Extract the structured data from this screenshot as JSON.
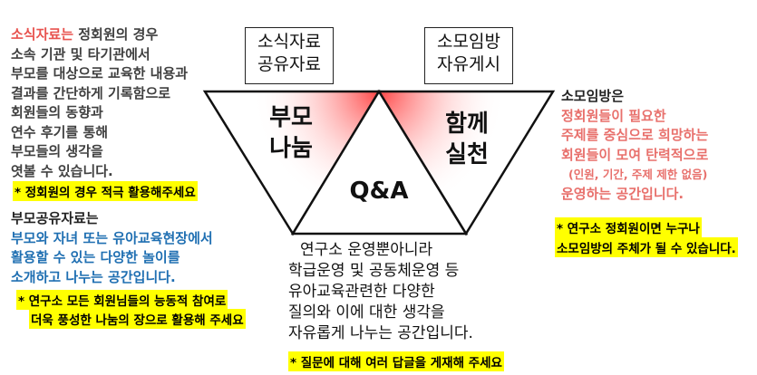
{
  "top_left": {
    "lines": [
      {
        "accent": "소식자료는",
        "rest": " 정회원의 경우"
      },
      {
        "accent": "",
        "rest": "소속 기관 및 타기관에서"
      },
      {
        "accent": "",
        "rest": "부모를 대상으로 교육한 내용과"
      },
      {
        "accent": "",
        "rest": "결과를 간단하게 기록함으로"
      },
      {
        "accent": "",
        "rest": "회원들의 동향과"
      },
      {
        "accent": "",
        "rest": "연수 후기를 통해"
      },
      {
        "accent": "",
        "rest": "부모들의 생각을"
      },
      {
        "accent": "",
        "rest": "엿볼 수 있습니다."
      }
    ],
    "note": "* 정회원의 경우 적극 활용해주세요"
  },
  "mid_left": {
    "title": "부모공유자료는",
    "lines": [
      "부모와 자녀 또는 유아교육현장에서",
      "활용할 수 있는 다양한 놀이를",
      "소개하고 나누는 공간입니다."
    ],
    "note_lines": [
      "* 연구소 모든 회원님들의 능동적 참여로",
      "더욱 풍성한 나눔의 장으로 활용해 주세요"
    ]
  },
  "box_left": {
    "lines": [
      "소식자료",
      "공유자료"
    ]
  },
  "box_right": {
    "lines": [
      "소모임방",
      "자유게시"
    ]
  },
  "triangle_left": {
    "lines": [
      "부모",
      "나눔"
    ]
  },
  "triangle_right": {
    "lines": [
      "함께",
      "실천"
    ]
  },
  "center": {
    "label": "Q&A"
  },
  "bottom_center": {
    "lines": [
      "연구소 운영뿐아니라",
      "학급운영 및 공동체운영 등",
      "유아교육관련한 다양한",
      "질의와 이에 대한 생각을",
      "자유롭게 나누는 공간입니다."
    ],
    "note": "* 질문에 대해 여러 답글을 게재해 주세요"
  },
  "right": {
    "title": "소모임방은",
    "lines": [
      "정회원들이 필요한",
      "주제를 중심으로 희망하는",
      "회원들이 모여 탄력적으로",
      "(인원, 기간, 주제 제한 없음)",
      "운영하는 공간입니다."
    ],
    "note_lines": [
      "* 연구소 정회원이면 누구나",
      "소모임방의 주체가 될 수 있습니다."
    ]
  },
  "colors": {
    "accent_red": "#e8534f",
    "blue_text": "#1f6fb2",
    "pink_text": "#e8706c",
    "highlight": "#ffff00",
    "gradient_red": "#ff3b3b"
  }
}
